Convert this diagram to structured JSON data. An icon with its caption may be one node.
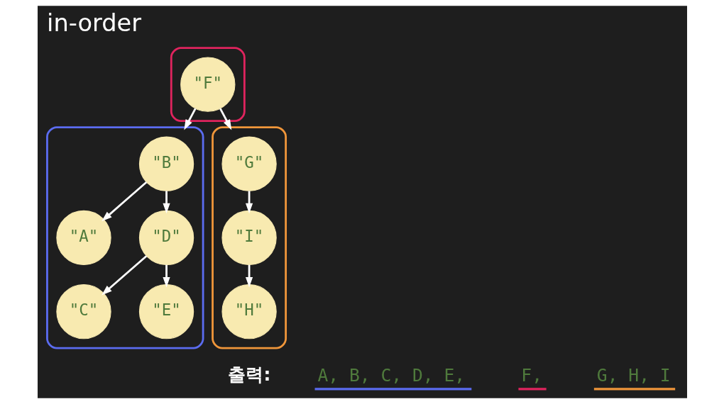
{
  "diagram": {
    "title": "in-order",
    "nodes": [
      {
        "text": [],
        "shape": "box"
      },
      {
        "text": [
          "\"F\""
        ],
        "in": 0
      },
      {
        "text": [],
        "shape": "box"
      },
      {
        "text": [
          "\"B\""
        ],
        "in": 2
      },
      {
        "text": [
          "\"A\""
        ],
        "in": 2
      },
      {
        "text": [
          "\"D\""
        ],
        "in": 2
      },
      {
        "text": [
          "\"C\""
        ],
        "in": 2
      },
      {
        "text": [
          "\"E\""
        ],
        "in": 2
      },
      {
        "text": [],
        "shape": "box"
      },
      {
        "text": [
          "\"G\""
        ],
        "in": 8
      },
      {
        "text": [
          "\"I\""
        ],
        "in": 8
      },
      {
        "text": [
          "\"H\""
        ],
        "in": 8
      }
    ],
    "edges": [
      {
        "from": 1,
        "to": 2,
        "arrow": "to"
      },
      {
        "from": 1,
        "to": 8,
        "arrow": "to"
      },
      {
        "from": 3,
        "to": 4,
        "arrow": "to"
      },
      {
        "from": 3,
        "to": 5,
        "arrow": "to"
      },
      {
        "from": 5,
        "to": 6,
        "arrow": "to"
      },
      {
        "from": 5,
        "to": 7,
        "arrow": "to"
      },
      {
        "from": 9,
        "to": 10,
        "arrow": "to"
      },
      {
        "from": 10,
        "to": 11,
        "arrow": "to"
      }
    ],
    "labels": [
      "출력:",
      "A, B, C, D, E,",
      "F,",
      "G, H, I"
    ]
  }
}
